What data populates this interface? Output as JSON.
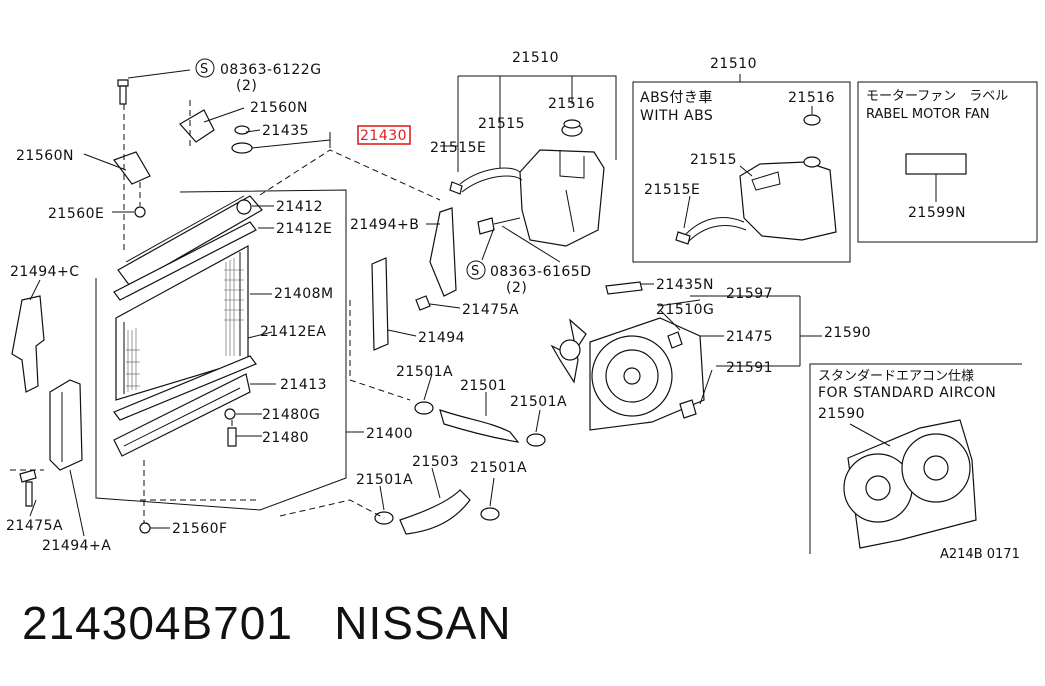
{
  "labels": {
    "l08363_6122g": "08363-6122G",
    "l08363_6122g_qty": "(2)",
    "l21560n_a": "21560N",
    "l21560n_b": "21560N",
    "l21435": "21435",
    "l21430": "21430",
    "l21560e": "21560E",
    "l21412": "21412",
    "l21412e": "21412E",
    "l21494c": "21494+C",
    "l21408m": "21408M",
    "l21412ea": "21412EA",
    "l21413": "21413",
    "l21480g": "21480G",
    "l21480": "21480",
    "l21400": "21400",
    "l21475a_a": "21475A",
    "l21494a": "21494+A",
    "l21560f": "21560F",
    "l21510_a": "21510",
    "l21516_a": "21516",
    "l21515_a": "21515",
    "l21515e_a": "21515E",
    "l21494b": "21494+B",
    "l08363_6165d": "08363-6165D",
    "l08363_6165d_qty": "(2)",
    "l21475a_b": "21475A",
    "l21494": "21494",
    "l21501a_a": "21501A",
    "l21501": "21501",
    "l21501a_b": "21501A",
    "l21503": "21503",
    "l21501a_c": "21501A",
    "l21501a_d": "21501A",
    "l21510_b": "21510",
    "l21516_b": "21516",
    "l21515_b": "21515",
    "l21515e_b": "21515E",
    "abs_jp": "ABS付き車",
    "abs_en": "WITH ABS",
    "fan_jp": "モーターファン　ラベル",
    "fan_en": "RABEL MOTOR FAN",
    "l21599n": "21599N",
    "l21435n": "21435N",
    "l21597": "21597",
    "l21510g": "21510G",
    "l21475": "21475",
    "l21590_a": "21590",
    "l21591": "21591",
    "std_jp": "スタンダードエアコン仕様",
    "std_en": "FOR STANDARD AIRCON",
    "l21590_b": "21590",
    "diagram_code": "A214B 0171"
  },
  "caption": "214304B701   NISSAN",
  "colors": {
    "highlight": "#e02020",
    "ink": "#111111"
  },
  "icons": {
    "s_mark": "circled-s-icon"
  }
}
